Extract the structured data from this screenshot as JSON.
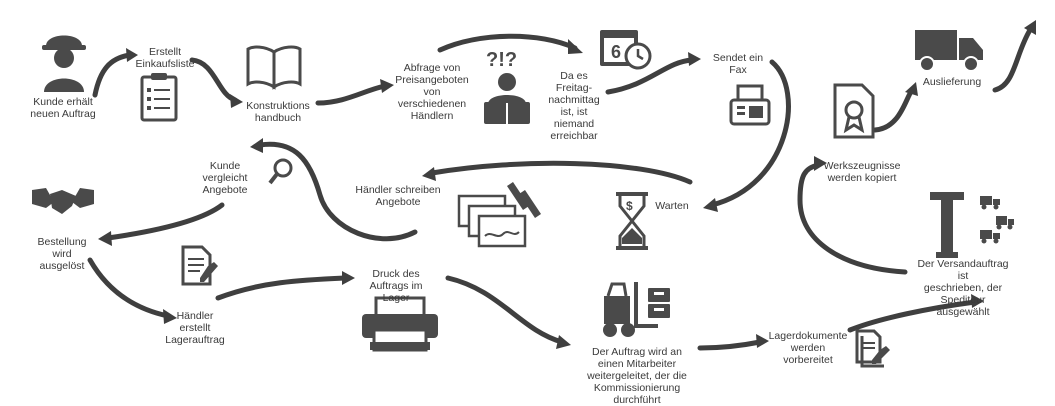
{
  "steps": {
    "kunde_auftrag": "Kunde erhält\nneuen Auftrag",
    "einkaufsliste": "Erstellt\nEinkaufsliste",
    "handbuch": "Konstruktions\nhandbuch",
    "abfrage": "Abfrage von\nPreisangeboten\nvon\nverschiedenen\nHändlern",
    "freitag": "Da es\nFreitag-\nnachmittag\nist, ist\nniemand\nerreichbar",
    "fax": "Sendet ein\nFax",
    "auslieferung": "Auslieferung",
    "zeugnisse": "Werkszeugnisse\nwerden kopiert",
    "kunde_vergleicht": "Kunde\nvergleicht\nAngebote",
    "haendler_angebote": "Händler schreiben\nAngebote",
    "warten": "Warten",
    "bestellung": "Bestellung\nwird\nausgelöst",
    "lagerauftrag": "Händler\nerstellt\nLagerauftrag",
    "druck": "Druck des\nAuftrags im\nLager",
    "mitarbeiter": "Der Auftrag wird an\neinen Mitarbeiter\nweitergeleitet, der die\nKommissionierung\ndurchführt",
    "lagerdokumente": "Lagerdokumente\nwerden\nvorbereitet",
    "versandauftrag": "Der Versandauftrag ist\ngeschrieben, der Spediteur\nausgewählt"
  },
  "icons": [
    "worker-helmet-icon",
    "clipboard-icon",
    "book-icon",
    "thinking-reader-icon",
    "calendar-clock-icon",
    "fax-icon",
    "truck-icon",
    "certificate-icon",
    "magnifier-icon",
    "handshake-icon",
    "quotes-icon",
    "hourglass-icon",
    "document-pen-icon",
    "printer-icon",
    "forklift-icon",
    "documents-pen-icon",
    "crane-trucks-icon"
  ],
  "colors": {
    "arrow": "#3f3f3f",
    "icon": "#4a4a4a",
    "text": "#3a3a3a"
  }
}
